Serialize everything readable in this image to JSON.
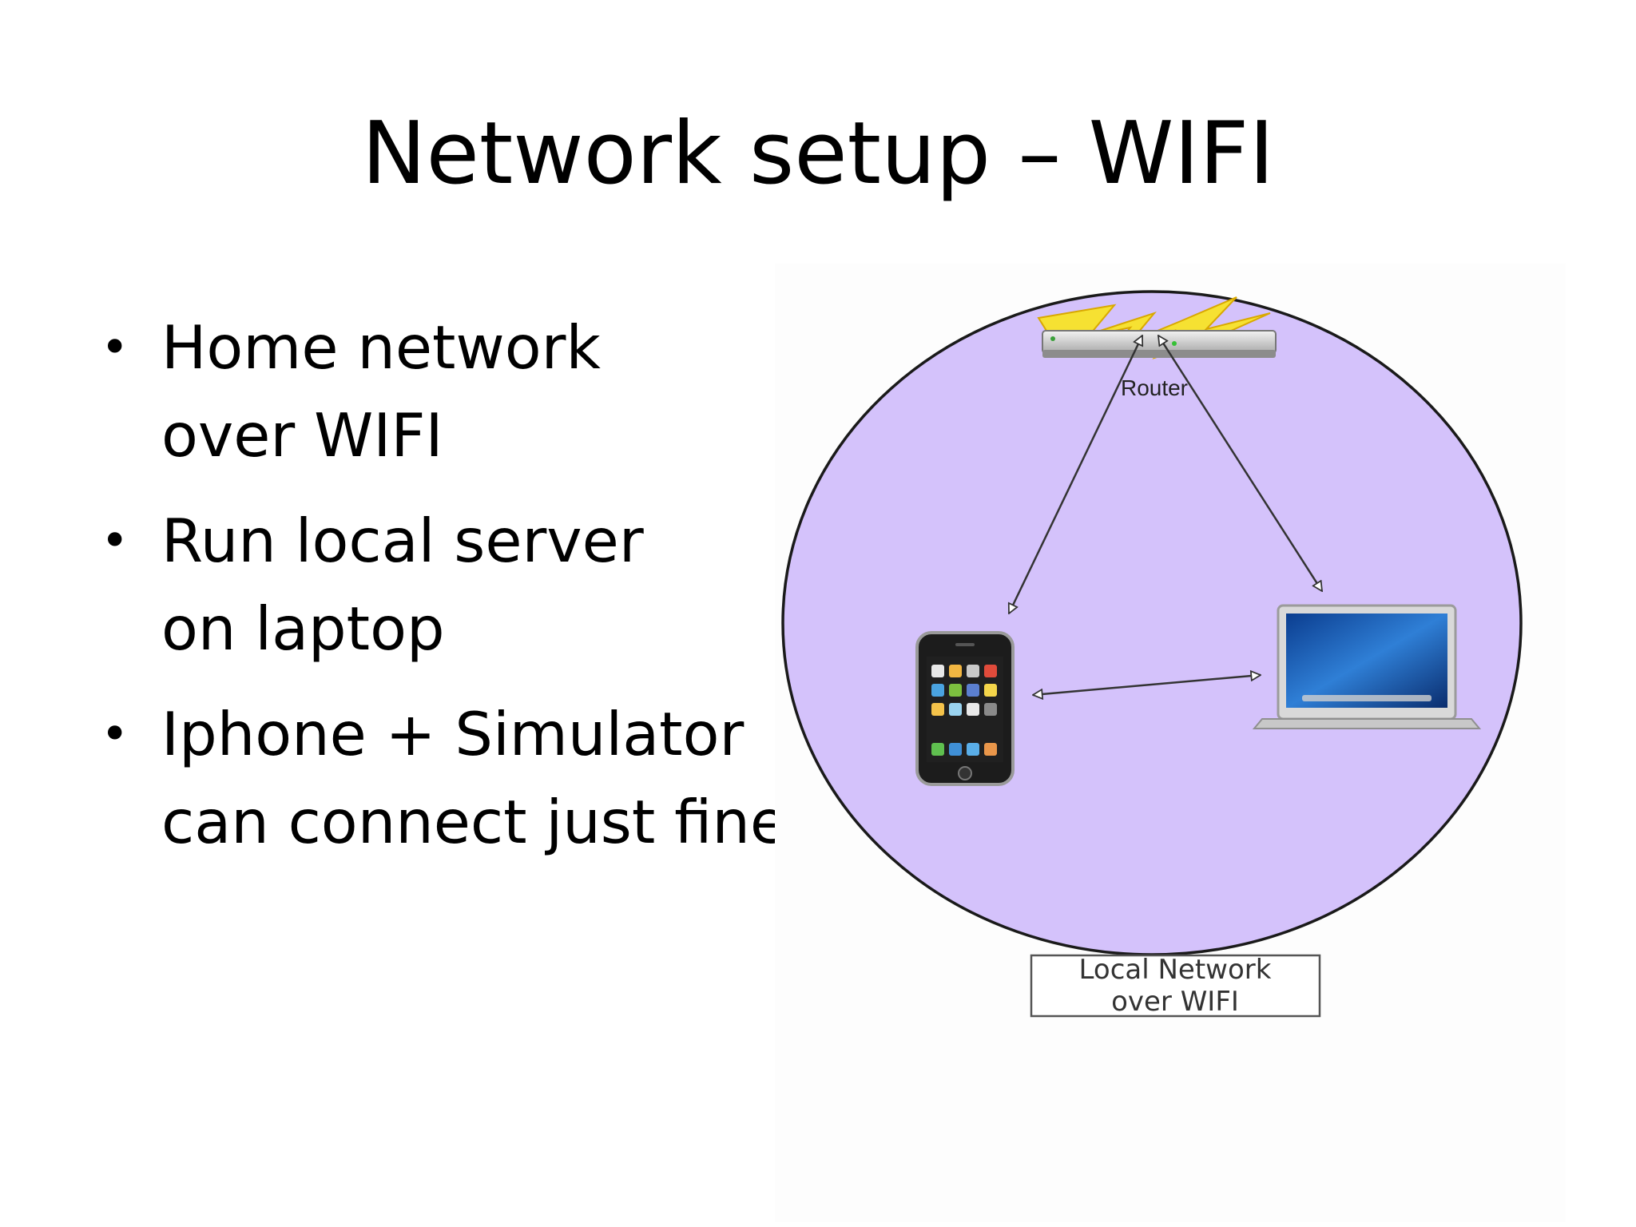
{
  "slide": {
    "title": "Network setup – WIFI",
    "bullets": [
      {
        "lines": [
          "Home network",
          "over WIFI"
        ]
      },
      {
        "lines": [
          "Run local server",
          "on laptop"
        ]
      },
      {
        "lines": [
          "Iphone + Simulator",
          "can connect just fine"
        ]
      }
    ]
  },
  "diagram": {
    "nodes": {
      "router": {
        "label": "Router",
        "icon": "router-icon"
      },
      "phone": {
        "icon": "iphone-icon"
      },
      "laptop": {
        "icon": "laptop-icon"
      }
    },
    "edges": [
      {
        "from": "router",
        "to": "phone",
        "arrows": "both"
      },
      {
        "from": "router",
        "to": "laptop",
        "arrows": "both"
      },
      {
        "from": "phone",
        "to": "laptop",
        "arrows": "both"
      }
    ],
    "network_label_lines": [
      "Local Network",
      "over WIFI"
    ],
    "colors": {
      "network_fill": "#d4c2fb",
      "network_stroke": "#1a1a1a",
      "lightning": "#f6e132",
      "edge": "#333333"
    }
  }
}
